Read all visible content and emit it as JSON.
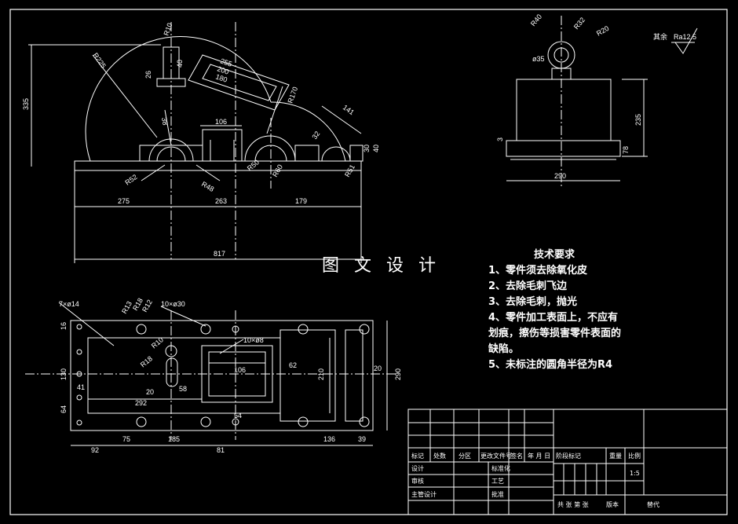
{
  "watermark": "图 文 设 计",
  "requirements": {
    "title": "技术要求",
    "lines": [
      "1、零件须去除氧化皮",
      "2、去除毛刺飞边",
      "3、去除毛刺，抛光",
      "4、零件加工表面上，不应有",
      "划痕，擦伤等损害零件表面的",
      "缺陷。",
      "5、未标注的圆角半径为R4"
    ]
  },
  "roughness": {
    "label": "其余",
    "value": "Ra12.5"
  },
  "front_view": {
    "dims": {
      "r10": "R10",
      "d40": "40",
      "d26": "26",
      "r225": "R225",
      "d335": "335",
      "d255": "255",
      "d200": "200",
      "d180": "180",
      "r170": "R170",
      "d141": "141",
      "d38": "38",
      "d106": "106",
      "d32": "32",
      "d30": "30",
      "d40b": "40",
      "r50": "R50",
      "r60": "R60",
      "r51": "R51",
      "r52": "R52",
      "r48": "R48",
      "d275": "275",
      "d263": "263",
      "d179": "179",
      "d817": "817"
    }
  },
  "side_view": {
    "dims": {
      "r40": "R40",
      "r32": "R32",
      "r20": "R20",
      "dia35": "ø35",
      "d235": "235",
      "d3": "3",
      "d78": "78",
      "d290": "290"
    }
  },
  "top_view": {
    "dims": {
      "holes7": "7×ø14",
      "r13": "R13",
      "r18": "R18",
      "r12": "R12",
      "holes10": "10×ø30",
      "holes10b": "10×ø8",
      "d16": "16",
      "d130": "130",
      "d41": "41",
      "d64": "64",
      "r10": "R10",
      "r18b": "R18",
      "d106": "106",
      "d62": "62",
      "d210": "210",
      "d20": "20",
      "d290": "290",
      "d20b": "20",
      "d58": "58",
      "d292": "292",
      "d54": "54",
      "d92": "92",
      "d75": "75",
      "d185": "185",
      "d81": "81",
      "d136": "136",
      "d39": "39"
    }
  },
  "title_block": {
    "row_marks": "标记",
    "row_count": "处数",
    "row_zone": "分区",
    "row_doc": "更改文件号",
    "row_sign": "签名",
    "row_date": "年 月 日",
    "design": "设计",
    "std": "标准化",
    "stage": "阶段标记",
    "weight": "重量",
    "scale_label": "比例",
    "scale_value": "1:5",
    "check": "审核",
    "process": "工艺",
    "chief": "主管设计",
    "approve": "批准",
    "sheets_total": "共  张 第  张",
    "version": "版本",
    "replace": "替代"
  }
}
